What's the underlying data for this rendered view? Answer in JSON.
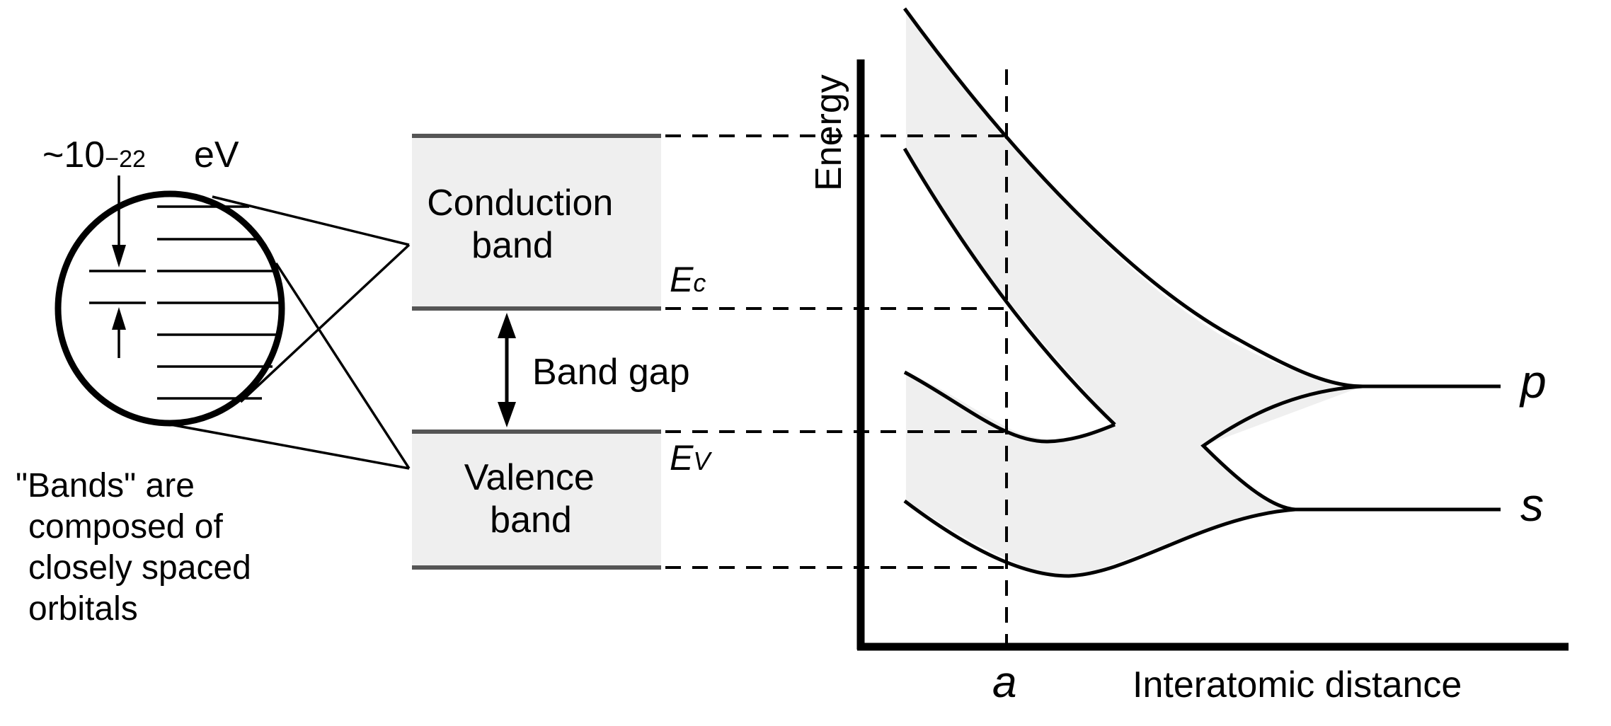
{
  "spacing_label": {
    "prefix": "~10",
    "exponent": "−22",
    "unit": "eV"
  },
  "conduction_band": {
    "line1": "Conduction",
    "line2": "band"
  },
  "valence_band": {
    "line1": "Valence",
    "line2": "band"
  },
  "band_gap_label": "Band gap",
  "ec_label": {
    "main": "E",
    "sub": "c"
  },
  "ev_label": {
    "main": "E",
    "sub": "V"
  },
  "caption": [
    "\"Bands\" are",
    "composed of",
    "closely spaced",
    "orbitals"
  ],
  "axes": {
    "y_label": "Energy",
    "x_label": "Interatomic distance",
    "a_label": "a"
  },
  "curve_labels": {
    "p": "p",
    "s": "s"
  },
  "colors": {
    "band_fill": "#efefef",
    "ink": "#000000",
    "band_edge": "#555555"
  }
}
